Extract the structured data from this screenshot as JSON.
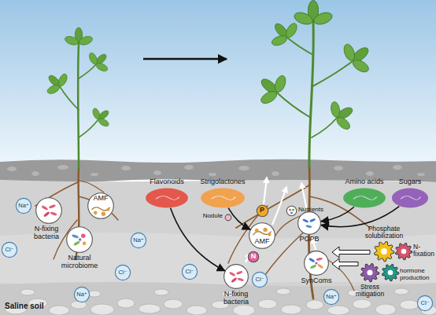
{
  "diagram": {
    "nodes": [
      {
        "text": [
          "AMF"
        ]
      },
      {
        "text": [
          "N-fixing bacteria"
        ]
      },
      {
        "text": [
          "Natural microbiome"
        ]
      },
      {
        "text": [
          "Na⁺"
        ]
      },
      {
        "text": [
          "Cl⁻"
        ]
      },
      {
        "text": [
          "Na⁺"
        ]
      },
      {
        "text": [
          "Cl⁻"
        ]
      },
      {
        "text": [
          "Na⁺"
        ]
      },
      {
        "text": [
          "Flavonoids"
        ]
      },
      {
        "text": [
          "Strigolactones"
        ]
      },
      {
        "text": [
          "Nodule"
        ]
      },
      {
        "text": [
          "P"
        ]
      },
      {
        "text": [
          "Nutrients"
        ]
      },
      {
        "text": [
          "Amino acids"
        ]
      },
      {
        "text": [
          "Sugars"
        ]
      },
      {
        "text": [
          "AMF"
        ]
      },
      {
        "text": [
          "PGPB"
        ]
      },
      {
        "text": [
          "N"
        ]
      },
      {
        "text": [
          "Phosphate solubilization"
        ]
      },
      {
        "text": [
          "N-fixation"
        ]
      },
      {
        "text": [
          "SynComs"
        ]
      },
      {
        "text": [
          "Cl⁻"
        ]
      },
      {
        "text": [
          "Cl⁻"
        ]
      },
      {
        "text": [
          "N-fixing bacteria"
        ]
      },
      {
        "text": [
          "Stress mitigation"
        ]
      },
      {
        "text": [
          "hormone production"
        ]
      },
      {
        "text": [
          "Na⁺"
        ]
      },
      {
        "text": [
          "Cl⁻"
        ]
      }
    ],
    "edges": [
      {
        "from": 8,
        "to": 23,
        "arrow": "to"
      },
      {
        "from": 9,
        "to": 15,
        "arrow": "to"
      },
      {
        "from": 13,
        "to": 16,
        "arrow": "to"
      },
      {
        "from": 14,
        "to": 16,
        "arrow": "to"
      }
    ],
    "labels": [
      "Saline soil"
    ]
  }
}
